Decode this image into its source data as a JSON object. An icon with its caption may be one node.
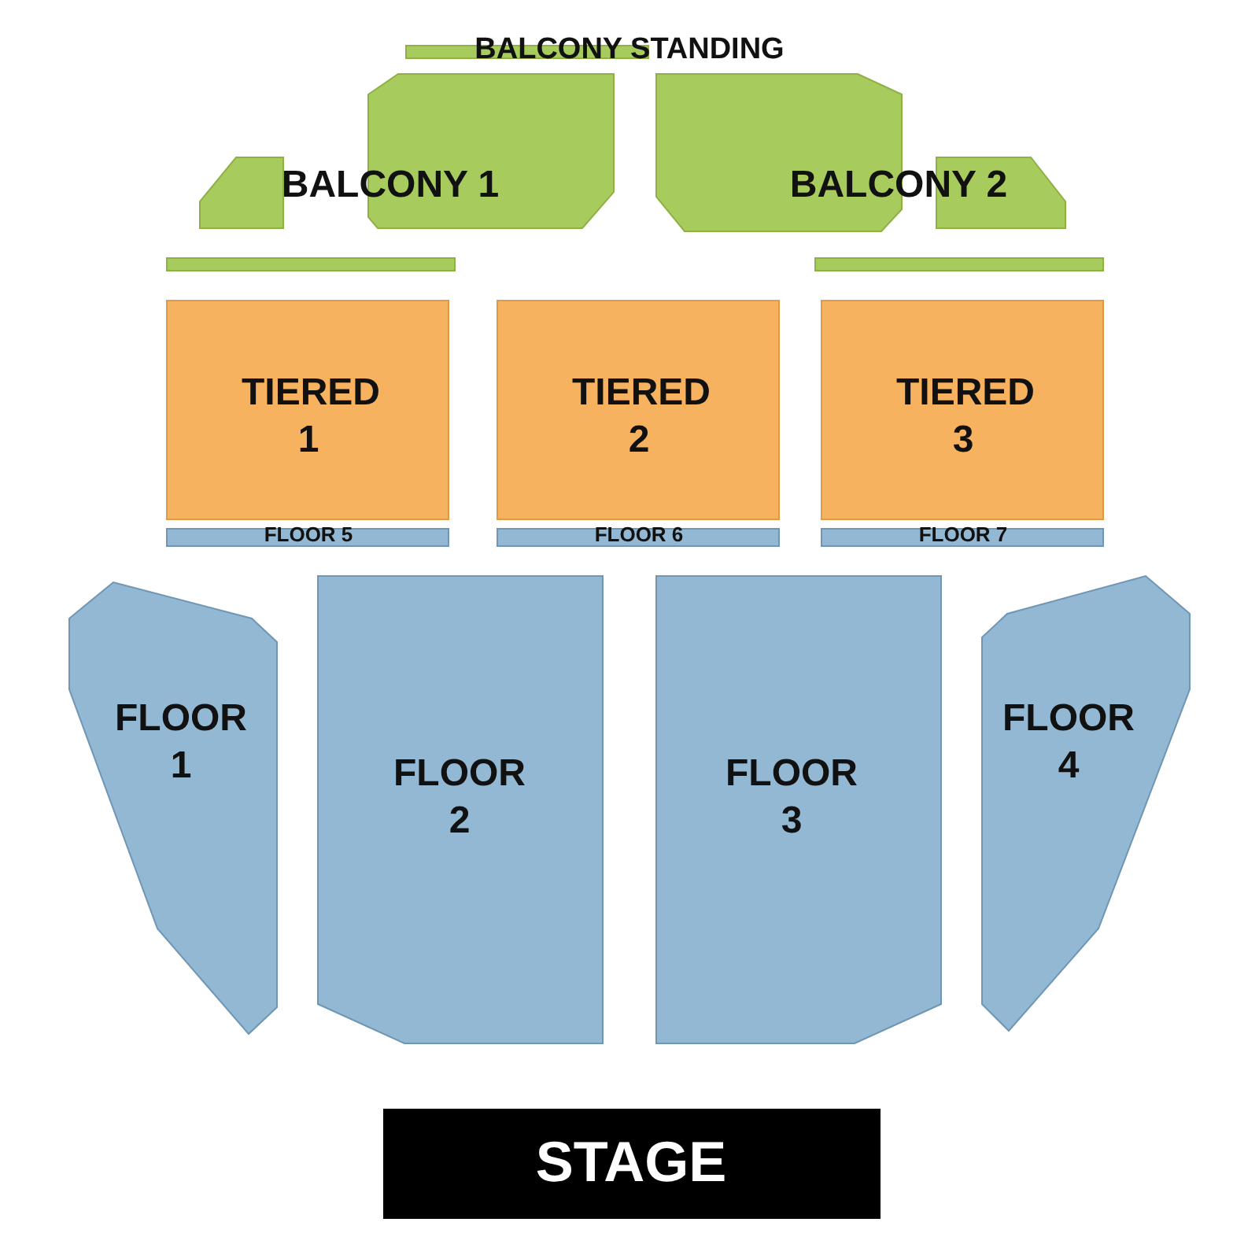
{
  "diagram": {
    "nodes": [
      {
        "text": [
          "BALCONY STANDING"
        ]
      },
      {
        "text": [
          "BALCONY 1"
        ]
      },
      {
        "text": [
          "BALCONY 2"
        ]
      },
      {
        "text": [],
        "shape": "bar"
      },
      {
        "text": [],
        "shape": "bar"
      },
      {
        "text": [
          "TIERED 1"
        ]
      },
      {
        "text": [
          "TIERED 2"
        ]
      },
      {
        "text": [
          "TIERED 3"
        ]
      },
      {
        "text": [
          "FLOOR 5"
        ]
      },
      {
        "text": [
          "FLOOR 6"
        ]
      },
      {
        "text": [
          "FLOOR 7"
        ]
      },
      {
        "text": [
          "FLOOR 1"
        ]
      },
      {
        "text": [
          "FLOOR 2"
        ]
      },
      {
        "text": [
          "FLOOR 3"
        ]
      },
      {
        "text": [
          "FLOOR 4"
        ]
      },
      {
        "text": [
          "STAGE"
        ]
      }
    ],
    "edges": []
  }
}
